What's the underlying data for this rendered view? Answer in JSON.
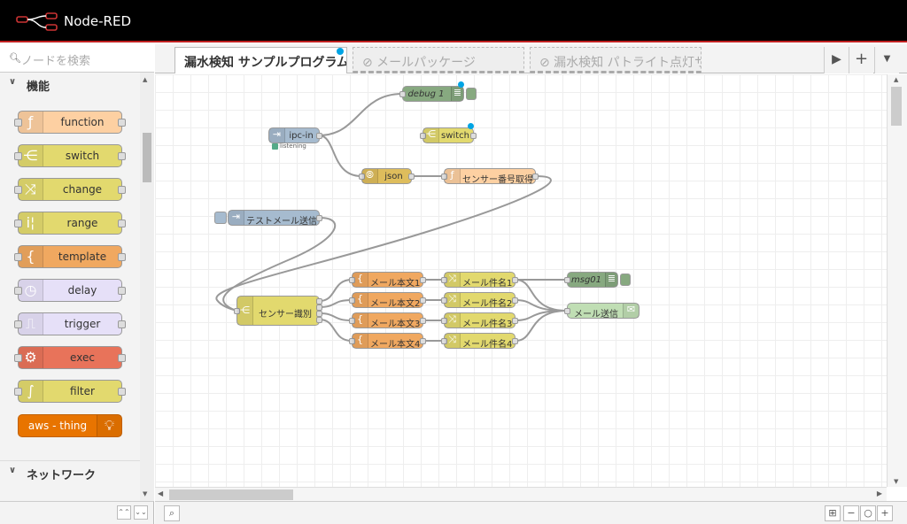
{
  "app": {
    "title": "Node-RED"
  },
  "palette": {
    "search_placeholder": "ノードを検索",
    "categories": [
      {
        "label": "機能"
      },
      {
        "label": "ネットワーク"
      }
    ],
    "nodes": [
      {
        "label": "function",
        "color": "#fdd0a2",
        "icon": "function-icon"
      },
      {
        "label": "switch",
        "color": "#e2d96e",
        "icon": "switch-icon"
      },
      {
        "label": "change",
        "color": "#e2d96e",
        "icon": "change-icon"
      },
      {
        "label": "range",
        "color": "#e2d96e",
        "icon": "range-icon"
      },
      {
        "label": "template",
        "color": "#f0a860",
        "icon": "template-icon"
      },
      {
        "label": "delay",
        "color": "#e6e0f8",
        "icon": "delay-icon"
      },
      {
        "label": "trigger",
        "color": "#e6e0f8",
        "icon": "trigger-icon"
      },
      {
        "label": "exec",
        "color": "#e8735a",
        "icon": "exec-icon"
      },
      {
        "label": "filter",
        "color": "#e2d96e",
        "icon": "filter-icon"
      },
      {
        "label": "aws - thing",
        "color": "#e87400",
        "icon": "lightbulb-icon"
      }
    ]
  },
  "tabs": [
    {
      "label": "漏水検知 サンプルプログラム",
      "state": "active"
    },
    {
      "label": "⊘ メールパッケージ",
      "state": "disabled"
    },
    {
      "label": "⊘ 漏水検知 パトライト点灯サンプル",
      "state": "disabled"
    }
  ],
  "flow": {
    "nodes": [
      {
        "id": "debug1",
        "label": "debug 1",
        "italic": true,
        "color": "#87a980",
        "icon": "debug-icon"
      },
      {
        "id": "ipcin",
        "label": "ipc-in",
        "color": "#a6bbcf",
        "icon": "arrow-in-icon",
        "status": "listening",
        "status_color": "#5a8"
      },
      {
        "id": "switch",
        "label": "switch",
        "color": "#e2d96e",
        "icon": "switch-icon"
      },
      {
        "id": "json",
        "label": "json",
        "color": "#debd5c",
        "icon": "json-icon"
      },
      {
        "id": "sensorget",
        "label": "センサー番号取得",
        "color": "#fdd0a2",
        "icon": "function-icon"
      },
      {
        "id": "testmail",
        "label": "テストメール送信",
        "color": "#a6bbcf",
        "icon": "inject-icon"
      },
      {
        "id": "sensorid",
        "label": "センサー識別",
        "color": "#e2d96e",
        "icon": "switch-icon"
      },
      {
        "id": "body1",
        "label": "メール本文1",
        "color": "#f0a860",
        "icon": "template-icon"
      },
      {
        "id": "body2",
        "label": "メール本文2",
        "color": "#f0a860",
        "icon": "template-icon"
      },
      {
        "id": "body3",
        "label": "メール本文3",
        "color": "#f0a860",
        "icon": "template-icon"
      },
      {
        "id": "body4",
        "label": "メール本文4",
        "color": "#f0a860",
        "icon": "template-icon"
      },
      {
        "id": "subj1",
        "label": "メール件名1",
        "color": "#e2d96e",
        "icon": "change-icon"
      },
      {
        "id": "subj2",
        "label": "メール件名2",
        "color": "#e2d96e",
        "icon": "change-icon"
      },
      {
        "id": "subj3",
        "label": "メール件名3",
        "color": "#e2d96e",
        "icon": "change-icon"
      },
      {
        "id": "subj4",
        "label": "メール件名4",
        "color": "#e2d96e",
        "icon": "change-icon"
      },
      {
        "id": "msg01",
        "label": "msg01",
        "italic": true,
        "color": "#87a980",
        "icon": "debug-icon"
      },
      {
        "id": "mailsend",
        "label": "メール送信",
        "color": "#c0deb4",
        "icon": "envelope-icon"
      }
    ],
    "wire_color": "#999999"
  }
}
